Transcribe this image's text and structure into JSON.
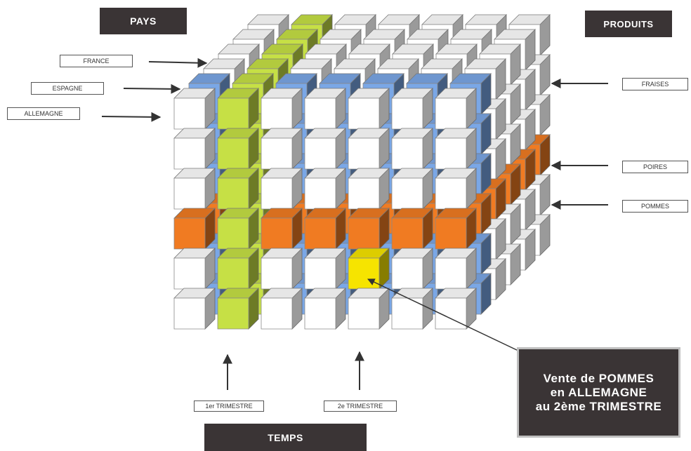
{
  "axes": {
    "pays": "PAYS",
    "produits": "PRODUITS",
    "temps": "TEMPS"
  },
  "countries": [
    "FRANCE",
    "ESPAGNE",
    "ALLEMAGNE"
  ],
  "products": [
    "FRAISES",
    "POIRES",
    "POMMES"
  ],
  "quarters": [
    "1er TRIMESTRE",
    "2e TRIMESTRE"
  ],
  "callout": [
    "Vente de POMMES",
    "en ALLEMAGNE",
    "au 2ème TRIMESTRE"
  ],
  "colors": {
    "cube_white": "#ffffff",
    "cube_blue": "#7aa7e6",
    "cube_green": "#c6e045",
    "cube_orange": "#f07b22",
    "cube_yellow": "#f6e400",
    "dark_box": "#3a3435"
  },
  "cube": {
    "columns": 7,
    "rows": 6,
    "layers": 6,
    "highlighted_column": 2,
    "highlighted_row": 4,
    "selected_cell": {
      "column": 5,
      "row": 5,
      "layer": 1
    }
  }
}
